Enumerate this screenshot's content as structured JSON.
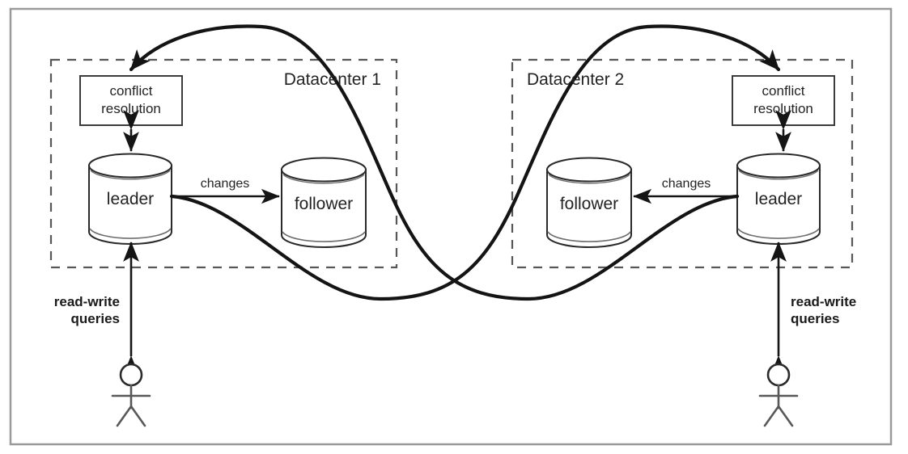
{
  "figure": {
    "title": "multi-leader-replication-across-datacenters",
    "background_color": "#ffffff",
    "frame_color": "#9a9a9a"
  },
  "datacenters": [
    {
      "id": "dc1",
      "label": "Datacenter 1",
      "conflict_box_label_line1": "conflict",
      "conflict_box_label_line2": "resolution",
      "leader_label": "leader",
      "follower_label": "follower",
      "replication_label": "changes",
      "client_label_line1": "read-write",
      "client_label_line2": "queries"
    },
    {
      "id": "dc2",
      "label": "Datacenter 2",
      "conflict_box_label_line1": "conflict",
      "conflict_box_label_line2": "resolution",
      "leader_label": "leader",
      "follower_label": "follower",
      "replication_label": "changes",
      "client_label_line1": "read-write",
      "client_label_line2": "queries"
    }
  ],
  "cross_links": [
    {
      "id": "dc1-leader-to-dc2-conflict-resolution",
      "from": "leader (Datacenter 1)",
      "to": "conflict resolution (Datacenter 2)"
    },
    {
      "id": "dc2-leader-to-dc1-conflict-resolution",
      "from": "leader (Datacenter 2)",
      "to": "conflict resolution (Datacenter 1)"
    }
  ],
  "colors": {
    "line": "#141414",
    "dashed_box": "#575757",
    "cylinder": "#2a2a2a",
    "stick_figure": "#585858",
    "text": "#232323"
  }
}
